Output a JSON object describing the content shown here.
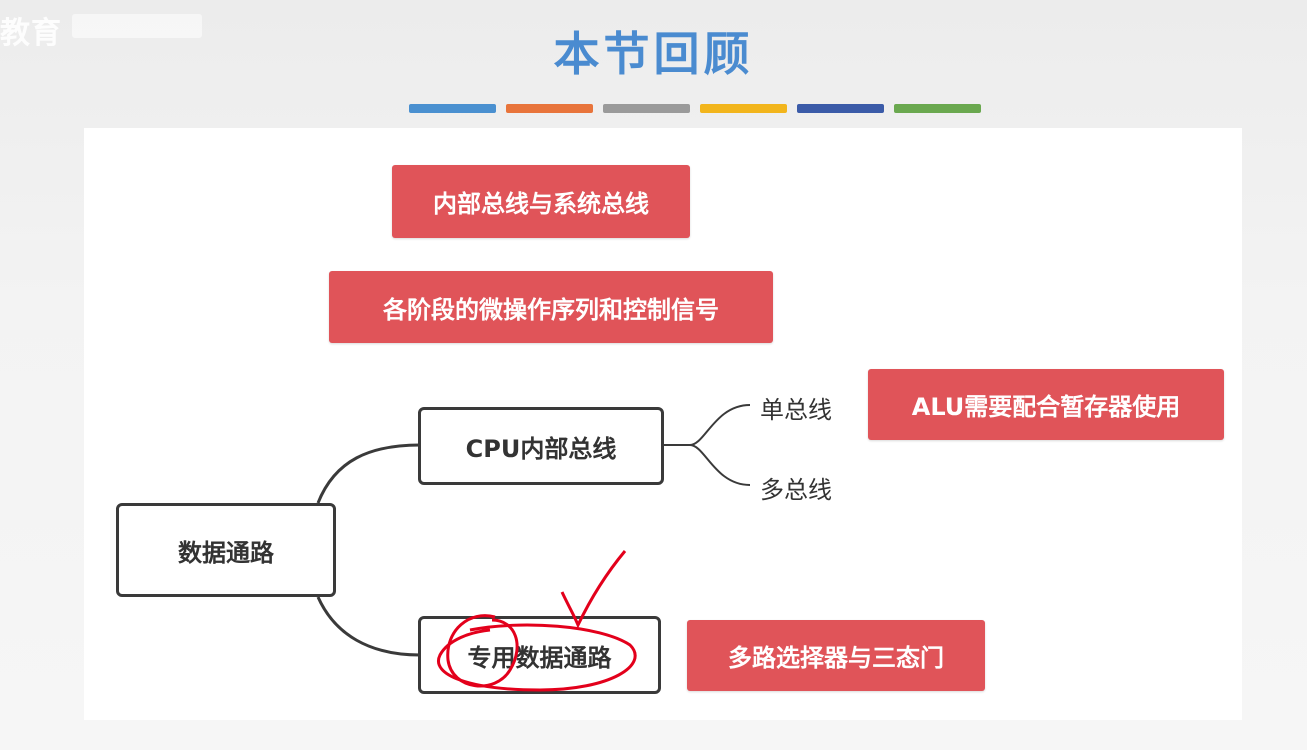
{
  "header": {
    "logo_text": "教育",
    "title": "本节回顾",
    "stripe_colors": [
      "#4a90d0",
      "#e8743b",
      "#9a9a9a",
      "#f2b51c",
      "#3b5ba8",
      "#6aa84f"
    ]
  },
  "tags": {
    "bus": "内部总线与系统总线",
    "micro_ops": "各阶段的微操作序列和控制信号",
    "alu": "ALU需要配合暂存器使用",
    "mux": "多路选择器与三态门"
  },
  "mindmap": {
    "root": "数据通路",
    "cpu_bus": "CPU内部总线",
    "single_bus": "单总线",
    "multi_bus": "多总线",
    "dedicated": "专用数据通路"
  },
  "colors": {
    "tag_red": "#e05459",
    "annotation_red": "#e3001b",
    "title_blue": "#4a8bd0"
  }
}
